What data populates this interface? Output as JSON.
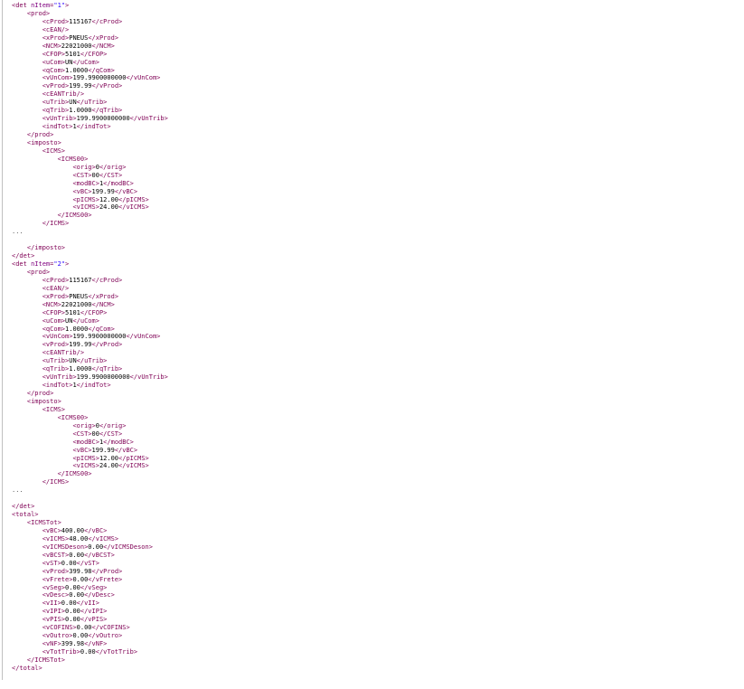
{
  "colors": {
    "tag": "#7f0055",
    "attr": "#7f007f",
    "string": "#2a00ff",
    "text": "#000000",
    "ellipsis": "#555555"
  },
  "lines": [
    {
      "indent": 0,
      "parts": [
        [
          "tag",
          "<det "
        ],
        [
          "attr",
          "nItem"
        ],
        [
          "tag",
          "="
        ],
        [
          "str",
          "\"1\""
        ],
        [
          "tag",
          ">"
        ]
      ]
    },
    {
      "indent": 1,
      "parts": [
        [
          "tag",
          "<prod>"
        ]
      ]
    },
    {
      "indent": 2,
      "parts": [
        [
          "tag",
          "<cProd>"
        ],
        [
          "txt",
          "115167"
        ],
        [
          "tag",
          "</cProd>"
        ]
      ]
    },
    {
      "indent": 2,
      "parts": [
        [
          "tag",
          "<cEAN/>"
        ]
      ]
    },
    {
      "indent": 2,
      "parts": [
        [
          "tag",
          "<xProd>"
        ],
        [
          "txt",
          "PNEUS"
        ],
        [
          "tag",
          "</xProd>"
        ]
      ]
    },
    {
      "indent": 2,
      "parts": [
        [
          "tag",
          "<NCM>"
        ],
        [
          "txt",
          "22021000"
        ],
        [
          "tag",
          "</NCM>"
        ]
      ]
    },
    {
      "indent": 2,
      "parts": [
        [
          "tag",
          "<CFOP>"
        ],
        [
          "txt",
          "5101"
        ],
        [
          "tag",
          "</CFOP>"
        ]
      ]
    },
    {
      "indent": 2,
      "parts": [
        [
          "tag",
          "<uCom>"
        ],
        [
          "txt",
          "UN"
        ],
        [
          "tag",
          "</uCom>"
        ]
      ]
    },
    {
      "indent": 2,
      "parts": [
        [
          "tag",
          "<qCom>"
        ],
        [
          "txt",
          "1.0000"
        ],
        [
          "tag",
          "</qCom>"
        ]
      ]
    },
    {
      "indent": 2,
      "parts": [
        [
          "tag",
          "<vUnCom>"
        ],
        [
          "txt",
          "199.9900000000"
        ],
        [
          "tag",
          "</vUnCom>"
        ]
      ]
    },
    {
      "indent": 2,
      "parts": [
        [
          "tag",
          "<vProd>"
        ],
        [
          "txt",
          "199.99"
        ],
        [
          "tag",
          "</vProd>"
        ]
      ]
    },
    {
      "indent": 2,
      "parts": [
        [
          "tag",
          "<cEANTrib/>"
        ]
      ]
    },
    {
      "indent": 2,
      "parts": [
        [
          "tag",
          "<uTrib>"
        ],
        [
          "txt",
          "UN"
        ],
        [
          "tag",
          "</uTrib>"
        ]
      ]
    },
    {
      "indent": 2,
      "parts": [
        [
          "tag",
          "<qTrib>"
        ],
        [
          "txt",
          "1.0000"
        ],
        [
          "tag",
          "</qTrib>"
        ]
      ]
    },
    {
      "indent": 2,
      "parts": [
        [
          "tag",
          "<vUnTrib>"
        ],
        [
          "txt",
          "199.9900000000"
        ],
        [
          "tag",
          "</vUnTrib>"
        ]
      ]
    },
    {
      "indent": 2,
      "parts": [
        [
          "tag",
          "<indTot>"
        ],
        [
          "txt",
          "1"
        ],
        [
          "tag",
          "</indTot>"
        ]
      ]
    },
    {
      "indent": 1,
      "parts": [
        [
          "tag",
          "</prod>"
        ]
      ]
    },
    {
      "indent": 1,
      "parts": [
        [
          "tag",
          "<imposto>"
        ]
      ]
    },
    {
      "indent": 2,
      "parts": [
        [
          "tag",
          "<ICMS>"
        ]
      ]
    },
    {
      "indent": 3,
      "parts": [
        [
          "tag",
          "<ICMS00>"
        ]
      ]
    },
    {
      "indent": 4,
      "parts": [
        [
          "tag",
          "<orig>"
        ],
        [
          "txt",
          "0"
        ],
        [
          "tag",
          "</orig>"
        ]
      ]
    },
    {
      "indent": 4,
      "parts": [
        [
          "tag",
          "<CST>"
        ],
        [
          "txt",
          "00"
        ],
        [
          "tag",
          "</CST>"
        ]
      ]
    },
    {
      "indent": 4,
      "parts": [
        [
          "tag",
          "<modBC>"
        ],
        [
          "txt",
          "1"
        ],
        [
          "tag",
          "</modBC>"
        ]
      ]
    },
    {
      "indent": 4,
      "parts": [
        [
          "tag",
          "<vBC>"
        ],
        [
          "txt",
          "199.99"
        ],
        [
          "tag",
          "</vBC>"
        ]
      ]
    },
    {
      "indent": 4,
      "parts": [
        [
          "tag",
          "<pICMS>"
        ],
        [
          "txt",
          "12.00"
        ],
        [
          "tag",
          "</pICMS>"
        ]
      ]
    },
    {
      "indent": 4,
      "parts": [
        [
          "tag",
          "<vICMS>"
        ],
        [
          "txt",
          "24.00"
        ],
        [
          "tag",
          "</vICMS>"
        ]
      ]
    },
    {
      "indent": 3,
      "parts": [
        [
          "tag",
          "</ICMS00>"
        ]
      ]
    },
    {
      "indent": 2,
      "parts": [
        [
          "tag",
          "</ICMS>"
        ]
      ]
    },
    {
      "indent": 0,
      "parts": [
        [
          "ell",
          "..."
        ]
      ]
    },
    {
      "indent": 0,
      "parts": []
    },
    {
      "indent": 1,
      "parts": [
        [
          "tag",
          "</imposto>"
        ]
      ]
    },
    {
      "indent": 0,
      "parts": [
        [
          "tag",
          "</det>"
        ]
      ]
    },
    {
      "indent": 0,
      "parts": [
        [
          "tag",
          "<det "
        ],
        [
          "attr",
          "nItem"
        ],
        [
          "tag",
          "="
        ],
        [
          "str",
          "\"2\""
        ],
        [
          "tag",
          ">"
        ]
      ]
    },
    {
      "indent": 1,
      "parts": [
        [
          "tag",
          "<prod>"
        ]
      ]
    },
    {
      "indent": 2,
      "parts": [
        [
          "tag",
          "<cProd>"
        ],
        [
          "txt",
          "115167"
        ],
        [
          "tag",
          "</cProd>"
        ]
      ]
    },
    {
      "indent": 2,
      "parts": [
        [
          "tag",
          "<cEAN/>"
        ]
      ]
    },
    {
      "indent": 2,
      "parts": [
        [
          "tag",
          "<xProd>"
        ],
        [
          "txt",
          "PNEUS"
        ],
        [
          "tag",
          "</xProd>"
        ]
      ]
    },
    {
      "indent": 2,
      "parts": [
        [
          "tag",
          "<NCM>"
        ],
        [
          "txt",
          "22021000"
        ],
        [
          "tag",
          "</NCM>"
        ]
      ]
    },
    {
      "indent": 2,
      "parts": [
        [
          "tag",
          "<CFOP>"
        ],
        [
          "txt",
          "5101"
        ],
        [
          "tag",
          "</CFOP>"
        ]
      ]
    },
    {
      "indent": 2,
      "parts": [
        [
          "tag",
          "<uCom>"
        ],
        [
          "txt",
          "UN"
        ],
        [
          "tag",
          "</uCom>"
        ]
      ]
    },
    {
      "indent": 2,
      "parts": [
        [
          "tag",
          "<qCom>"
        ],
        [
          "txt",
          "1.0000"
        ],
        [
          "tag",
          "</qCom>"
        ]
      ]
    },
    {
      "indent": 2,
      "parts": [
        [
          "tag",
          "<vUnCom>"
        ],
        [
          "txt",
          "199.9900000000"
        ],
        [
          "tag",
          "</vUnCom>"
        ]
      ]
    },
    {
      "indent": 2,
      "parts": [
        [
          "tag",
          "<vProd>"
        ],
        [
          "txt",
          "199.99"
        ],
        [
          "tag",
          "</vProd>"
        ]
      ]
    },
    {
      "indent": 2,
      "parts": [
        [
          "tag",
          "<cEANTrib/>"
        ]
      ]
    },
    {
      "indent": 2,
      "parts": [
        [
          "tag",
          "<uTrib>"
        ],
        [
          "txt",
          "UN"
        ],
        [
          "tag",
          "</uTrib>"
        ]
      ]
    },
    {
      "indent": 2,
      "parts": [
        [
          "tag",
          "<qTrib>"
        ],
        [
          "txt",
          "1.0000"
        ],
        [
          "tag",
          "</qTrib>"
        ]
      ]
    },
    {
      "indent": 2,
      "parts": [
        [
          "tag",
          "<vUnTrib>"
        ],
        [
          "txt",
          "199.9900000000"
        ],
        [
          "tag",
          "</vUnTrib>"
        ]
      ]
    },
    {
      "indent": 2,
      "parts": [
        [
          "tag",
          "<indTot>"
        ],
        [
          "txt",
          "1"
        ],
        [
          "tag",
          "</indTot>"
        ]
      ]
    },
    {
      "indent": 1,
      "parts": [
        [
          "tag",
          "</prod>"
        ]
      ]
    },
    {
      "indent": 1,
      "parts": [
        [
          "tag",
          "<imposto>"
        ]
      ]
    },
    {
      "indent": 2,
      "parts": [
        [
          "tag",
          "<ICMS>"
        ]
      ]
    },
    {
      "indent": 3,
      "parts": [
        [
          "tag",
          "<ICMS00>"
        ]
      ]
    },
    {
      "indent": 4,
      "parts": [
        [
          "tag",
          "<orig>"
        ],
        [
          "txt",
          "0"
        ],
        [
          "tag",
          "</orig>"
        ]
      ]
    },
    {
      "indent": 4,
      "parts": [
        [
          "tag",
          "<CST>"
        ],
        [
          "txt",
          "00"
        ],
        [
          "tag",
          "</CST>"
        ]
      ]
    },
    {
      "indent": 4,
      "parts": [
        [
          "tag",
          "<modBC>"
        ],
        [
          "txt",
          "1"
        ],
        [
          "tag",
          "</modBC>"
        ]
      ]
    },
    {
      "indent": 4,
      "parts": [
        [
          "tag",
          "<vBC>"
        ],
        [
          "txt",
          "199.99"
        ],
        [
          "tag",
          "</vBC>"
        ]
      ]
    },
    {
      "indent": 4,
      "parts": [
        [
          "tag",
          "<pICMS>"
        ],
        [
          "txt",
          "12.00"
        ],
        [
          "tag",
          "</pICMS>"
        ]
      ]
    },
    {
      "indent": 4,
      "parts": [
        [
          "tag",
          "<vICMS>"
        ],
        [
          "txt",
          "24.00"
        ],
        [
          "tag",
          "</vICMS>"
        ]
      ]
    },
    {
      "indent": 3,
      "parts": [
        [
          "tag",
          "</ICMS00>"
        ]
      ]
    },
    {
      "indent": 2,
      "parts": [
        [
          "tag",
          "</ICMS>"
        ]
      ]
    },
    {
      "indent": 0,
      "parts": [
        [
          "ell",
          "..."
        ]
      ]
    },
    {
      "indent": 0,
      "parts": []
    },
    {
      "indent": 0,
      "parts": [
        [
          "tag",
          "</det>"
        ]
      ]
    },
    {
      "indent": 0,
      "parts": [
        [
          "tag",
          "<total>"
        ]
      ]
    },
    {
      "indent": 1,
      "parts": [
        [
          "tag",
          "<ICMSTot>"
        ]
      ]
    },
    {
      "indent": 2,
      "parts": [
        [
          "tag",
          "<vBC>"
        ],
        [
          "txt",
          "400.00"
        ],
        [
          "tag",
          "</vBC>"
        ]
      ]
    },
    {
      "indent": 2,
      "parts": [
        [
          "tag",
          "<vICMS>"
        ],
        [
          "txt",
          "48.00"
        ],
        [
          "tag",
          "</vICMS>"
        ]
      ]
    },
    {
      "indent": 2,
      "parts": [
        [
          "tag",
          "<vICMSDeson>"
        ],
        [
          "txt",
          "0.00"
        ],
        [
          "tag",
          "</vICMSDeson>"
        ]
      ]
    },
    {
      "indent": 2,
      "parts": [
        [
          "tag",
          "<vBCST>"
        ],
        [
          "txt",
          "0.00"
        ],
        [
          "tag",
          "</vBCST>"
        ]
      ]
    },
    {
      "indent": 2,
      "parts": [
        [
          "tag",
          "<vST>"
        ],
        [
          "txt",
          "0.00"
        ],
        [
          "tag",
          "</vST>"
        ]
      ]
    },
    {
      "indent": 2,
      "parts": [
        [
          "tag",
          "<vProd>"
        ],
        [
          "txt",
          "399.98"
        ],
        [
          "tag",
          "</vProd>"
        ]
      ]
    },
    {
      "indent": 2,
      "parts": [
        [
          "tag",
          "<vFrete>"
        ],
        [
          "txt",
          "0.00"
        ],
        [
          "tag",
          "</vFrete>"
        ]
      ]
    },
    {
      "indent": 2,
      "parts": [
        [
          "tag",
          "<vSeg>"
        ],
        [
          "txt",
          "0.00"
        ],
        [
          "tag",
          "</vSeg>"
        ]
      ]
    },
    {
      "indent": 2,
      "parts": [
        [
          "tag",
          "<vDesc>"
        ],
        [
          "txt",
          "0.00"
        ],
        [
          "tag",
          "</vDesc>"
        ]
      ]
    },
    {
      "indent": 2,
      "parts": [
        [
          "tag",
          "<vII>"
        ],
        [
          "txt",
          "0.00"
        ],
        [
          "tag",
          "</vII>"
        ]
      ]
    },
    {
      "indent": 2,
      "parts": [
        [
          "tag",
          "<vIPI>"
        ],
        [
          "txt",
          "0.00"
        ],
        [
          "tag",
          "</vIPI>"
        ]
      ]
    },
    {
      "indent": 2,
      "parts": [
        [
          "tag",
          "<vPIS>"
        ],
        [
          "txt",
          "0.00"
        ],
        [
          "tag",
          "</vPIS>"
        ]
      ]
    },
    {
      "indent": 2,
      "parts": [
        [
          "tag",
          "<vCOFINS>"
        ],
        [
          "txt",
          "0.00"
        ],
        [
          "tag",
          "</vCOFINS>"
        ]
      ]
    },
    {
      "indent": 2,
      "parts": [
        [
          "tag",
          "<vOutro>"
        ],
        [
          "txt",
          "0.00"
        ],
        [
          "tag",
          "</vOutro>"
        ]
      ]
    },
    {
      "indent": 2,
      "parts": [
        [
          "tag",
          "<vNF>"
        ],
        [
          "txt",
          "399.98"
        ],
        [
          "tag",
          "</vNF>"
        ]
      ]
    },
    {
      "indent": 2,
      "parts": [
        [
          "tag",
          "<vTotTrib>"
        ],
        [
          "txt",
          "0.00"
        ],
        [
          "tag",
          "</vTotTrib>"
        ]
      ]
    },
    {
      "indent": 1,
      "parts": [
        [
          "tag",
          "</ICMSTot>"
        ]
      ]
    },
    {
      "indent": 0,
      "parts": [
        [
          "tag",
          "</total>"
        ]
      ]
    }
  ]
}
